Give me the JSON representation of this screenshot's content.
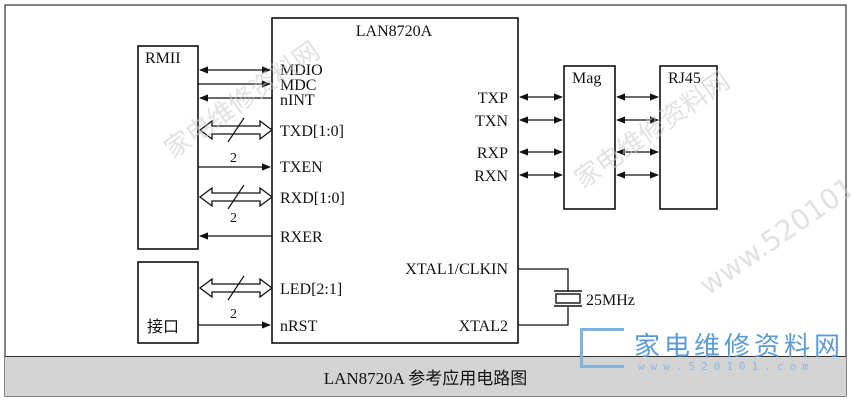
{
  "chip": {
    "title": "LAN8720A",
    "pins_left": [
      "MDIO",
      "MDC",
      "nINT",
      "TXD[1:0]",
      "TXEN",
      "RXD[1:0]",
      "RXER",
      "LED[2:1]",
      "nRST"
    ],
    "pins_right": [
      "TXP",
      "TXN",
      "RXP",
      "RXN",
      "XTAL1/CLKIN",
      "XTAL2"
    ]
  },
  "blocks": {
    "rmii": "RMII",
    "interface": "接口",
    "mag": "Mag",
    "rj45": "RJ45"
  },
  "bus_width_labels": [
    "2",
    "2",
    "2"
  ],
  "crystal": {
    "label": "25MHz"
  },
  "caption": "LAN8720A 参考应用电路图",
  "watermark": {
    "text": "家电维修资料网",
    "url": "www.520101.com",
    "logo_text": "家电维修资料网",
    "logo_url": "www.520101.com"
  }
}
